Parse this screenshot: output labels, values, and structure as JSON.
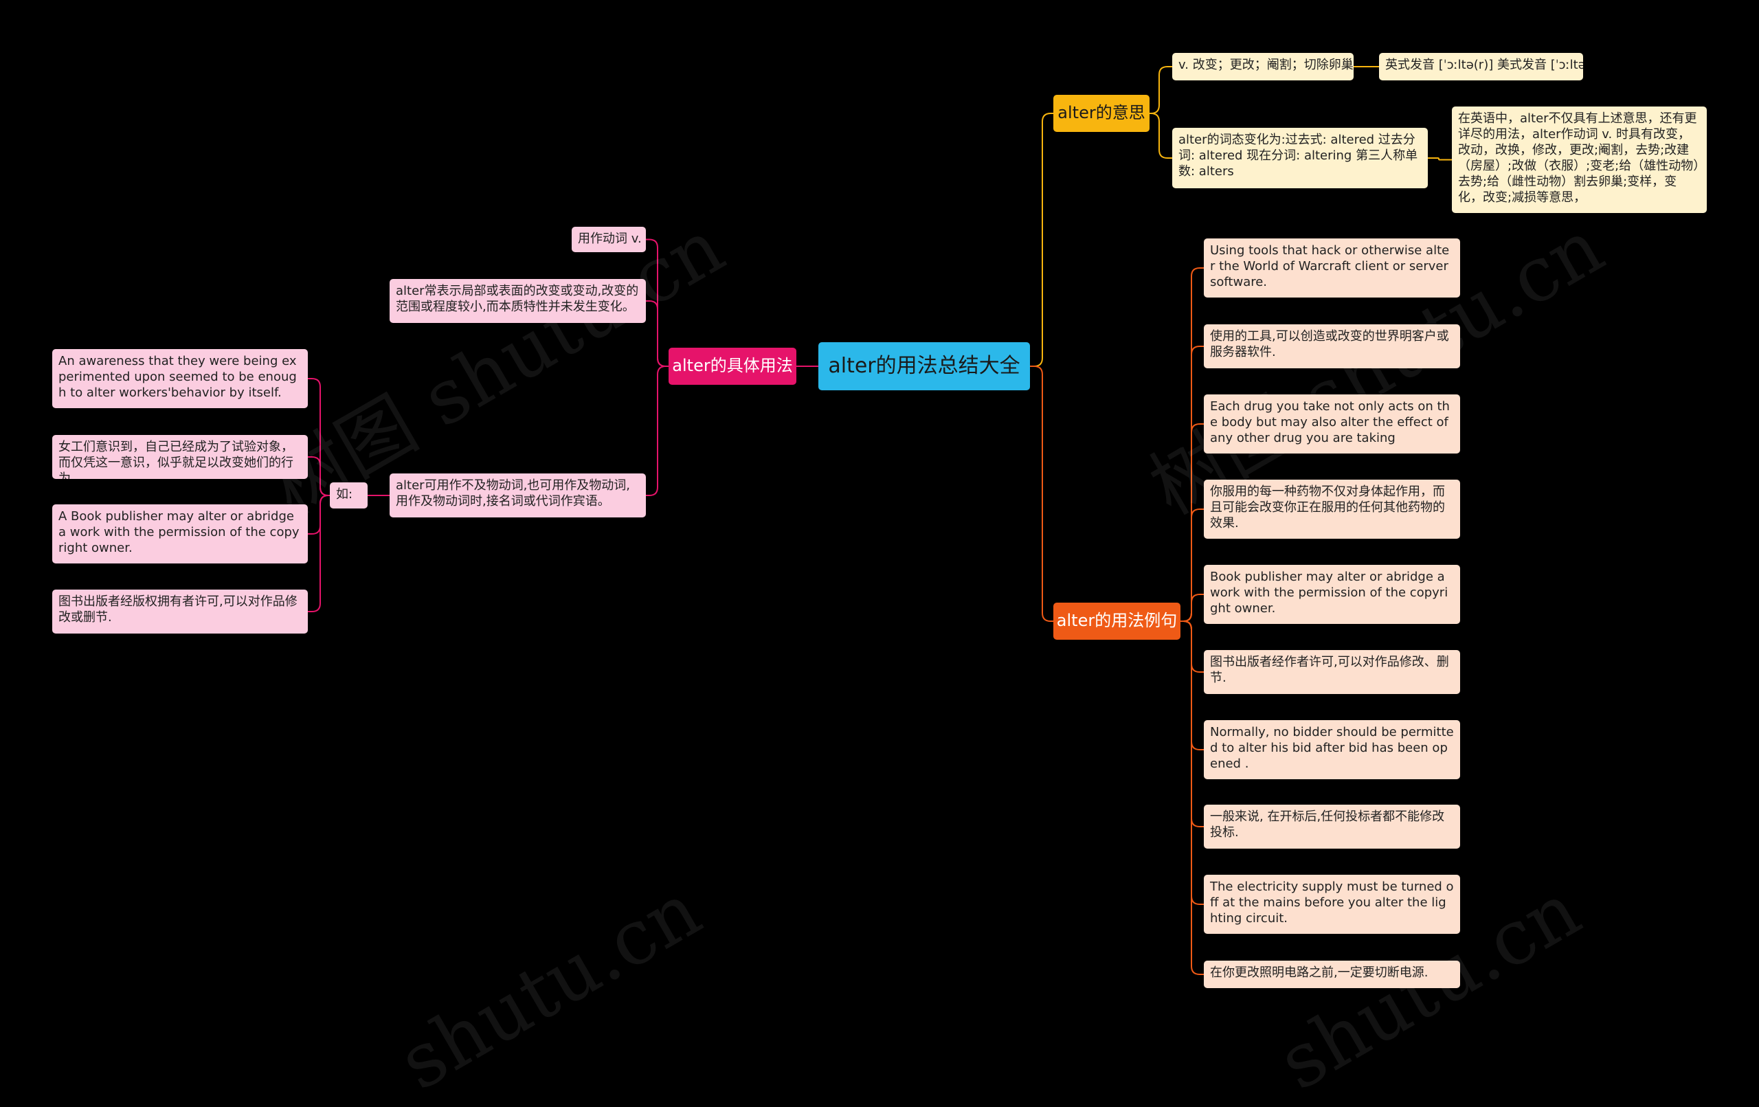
{
  "center": {
    "title": "alter的用法总结大全"
  },
  "left_branch": {
    "label": "alter的具体用法",
    "items": [
      "用作动词 v.",
      "alter常表示局部或表面的改变或变动,改变的范围或程度较小,而本质特性并未发生变化。",
      "alter可用作不及物动词,也可用作及物动词,用作及物动词时,接名词或代词作宾语。"
    ],
    "example_hub": "如:",
    "examples": [
      "An awareness that they were being experimented upon seemed to be enough to alter workers'behavior by itself.",
      "女工们意识到，自己已经成为了试验对象，而仅凭这一意识，似乎就足以改变她们的行为。",
      "A Book publisher may alter or abridge a work with the permission of the copyright owner.",
      "图书出版者经版权拥有者许可,可以对作品修改或删节."
    ]
  },
  "meaning_branch": {
    "label": "alter的意思",
    "definition": "v. 改变；更改；阉割；切除卵巢",
    "pronunciation": "英式发音 [ˈɔːltə(r)] 美式发音 [ˈɔːltər]",
    "forms": "alter的词态变化为:过去式: altered 过去分词: altered 现在分词: altering 第三人称单数: alters",
    "detail": "在英语中，alter不仅具有上述意思，还有更详尽的用法，alter作动词 v. 时具有改变，改动，改换，修改，更改;阉割，去势;改建（房屋）;改做（衣服）;变老;给（雄性动物）去势;给（雌性动物）割去卵巢;变样，变化，改变;减损等意思，"
  },
  "examples_branch": {
    "label": "alter的用法例句",
    "items": [
      "Using tools that hack or otherwise alter the World of Warcraft client or server software.",
      "使用的工具,可以创造或改变的世界明客户或服务器软件.",
      "Each drug you take not only acts on the body but may also alter the effect of any other drug you are taking",
      "你服用的每一种药物不仅对身体起作用，而且可能会改变你正在服用的任何其他药物的效果.",
      "Book publisher may alter or abridge a work with the permission of the copyright owner.",
      "图书出版者经作者许可,可以对作品修改、删节.",
      "Normally, no bidder should be permitted to alter his bid after bid has been opened .",
      "一般来说, 在开标后,任何投标者都不能修改投标.",
      "The electricity supply must be turned off at the mains before you alter the lighting circuit.",
      "在你更改照明电路之前,一定要切断电源."
    ]
  },
  "watermarks": [
    "树图 shutu.cn",
    "树图 shutu.cn",
    "shutu.cn",
    "shutu.cn"
  ],
  "colors": {
    "background": "#000000",
    "center": "#2bb8ea",
    "pink_branch": "#e6136a",
    "yellow_branch": "#f8b50f",
    "orange_branch": "#ef5a16",
    "pink_leaf": "#fbcde0",
    "yellow_leaf": "#fef2cd",
    "peach_leaf": "#fde0cf"
  }
}
